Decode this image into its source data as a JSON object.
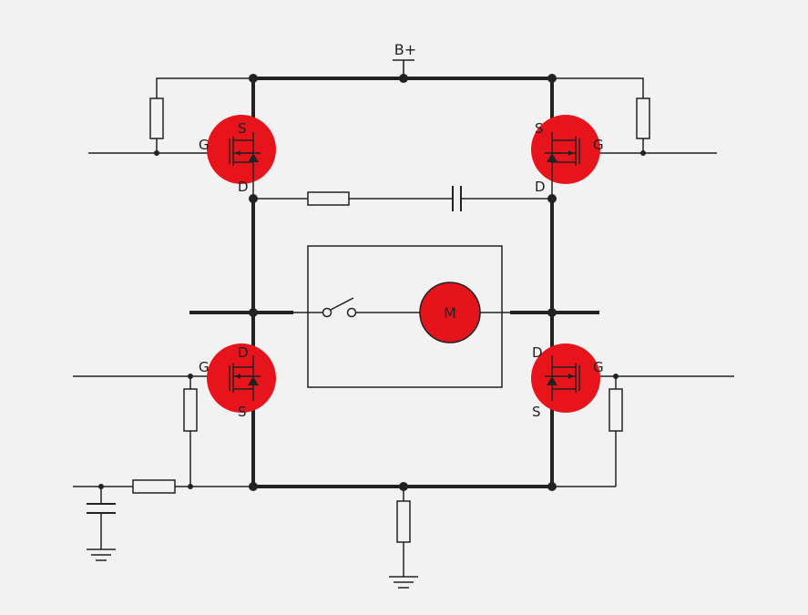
{
  "diagram": {
    "supply_label": "B+",
    "motor_label": "M",
    "mosfets": [
      {
        "id": "q1",
        "gate": "G",
        "source": "S",
        "drain": "D"
      },
      {
        "id": "q2",
        "gate": "G",
        "source": "S",
        "drain": "D"
      },
      {
        "id": "q3",
        "gate": "G",
        "source": "S",
        "drain": "D"
      },
      {
        "id": "q4",
        "gate": "G",
        "source": "S",
        "drain": "D"
      }
    ],
    "colors": {
      "mosfet_highlight": "#e8141c",
      "motor_fill": "#e5141b",
      "wire": "#222222",
      "background": "#f2f2f2"
    }
  }
}
